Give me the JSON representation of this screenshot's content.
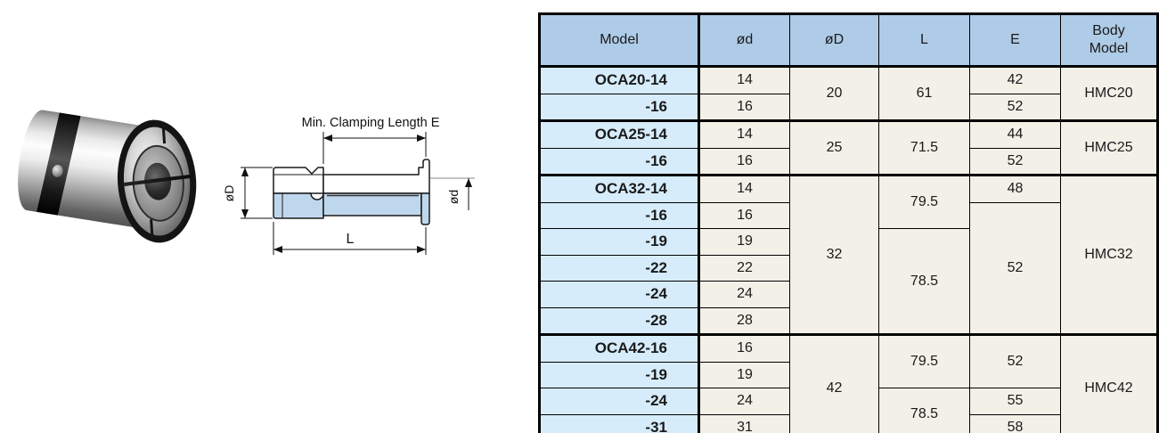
{
  "diagram": {
    "labels": {
      "min_clamping_length": "Min. Clamping Length E",
      "outer_diameter": "øD",
      "inner_diameter": "ød",
      "length": "L"
    }
  },
  "table": {
    "headers": [
      "Model",
      "ød",
      "øD",
      "L",
      "E",
      "Body Model"
    ],
    "rows": [
      {
        "group_start": true,
        "cells": [
          {
            "col": "model",
            "text": "OCA20-14"
          },
          {
            "col": "d",
            "text": "14"
          },
          {
            "col": "D",
            "text": "20",
            "rowspan": 2
          },
          {
            "col": "L",
            "text": "61",
            "rowspan": 2
          },
          {
            "col": "E",
            "text": "42"
          },
          {
            "col": "body",
            "text": "HMC20",
            "rowspan": 2
          }
        ]
      },
      {
        "group_start": false,
        "cells": [
          {
            "col": "model",
            "text": "-16"
          },
          {
            "col": "d",
            "text": "16"
          },
          {
            "col": "E",
            "text": "52"
          }
        ]
      },
      {
        "group_start": true,
        "cells": [
          {
            "col": "model",
            "text": "OCA25-14"
          },
          {
            "col": "d",
            "text": "14"
          },
          {
            "col": "D",
            "text": "25",
            "rowspan": 2
          },
          {
            "col": "L",
            "text": "71.5",
            "rowspan": 2
          },
          {
            "col": "E",
            "text": "44"
          },
          {
            "col": "body",
            "text": "HMC25",
            "rowspan": 2
          }
        ]
      },
      {
        "group_start": false,
        "cells": [
          {
            "col": "model",
            "text": "-16"
          },
          {
            "col": "d",
            "text": "16"
          },
          {
            "col": "E",
            "text": "52"
          }
        ]
      },
      {
        "group_start": true,
        "cells": [
          {
            "col": "model",
            "text": "OCA32-14"
          },
          {
            "col": "d",
            "text": "14"
          },
          {
            "col": "D",
            "text": "32",
            "rowspan": 6
          },
          {
            "col": "L",
            "text": "79.5",
            "rowspan": 2
          },
          {
            "col": "E",
            "text": "48"
          },
          {
            "col": "body",
            "text": "HMC32",
            "rowspan": 6
          }
        ]
      },
      {
        "group_start": false,
        "cells": [
          {
            "col": "model",
            "text": "-16"
          },
          {
            "col": "d",
            "text": "16"
          },
          {
            "col": "E",
            "text": "52",
            "rowspan": 5
          }
        ]
      },
      {
        "group_start": false,
        "cells": [
          {
            "col": "model",
            "text": "-19"
          },
          {
            "col": "d",
            "text": "19"
          },
          {
            "col": "L",
            "text": "78.5",
            "rowspan": 4
          }
        ]
      },
      {
        "group_start": false,
        "cells": [
          {
            "col": "model",
            "text": "-22"
          },
          {
            "col": "d",
            "text": "22"
          }
        ]
      },
      {
        "group_start": false,
        "cells": [
          {
            "col": "model",
            "text": "-24"
          },
          {
            "col": "d",
            "text": "24"
          }
        ]
      },
      {
        "group_start": false,
        "cells": [
          {
            "col": "model",
            "text": "-28"
          },
          {
            "col": "d",
            "text": "28"
          }
        ]
      },
      {
        "group_start": true,
        "cells": [
          {
            "col": "model",
            "text": "OCA42-16"
          },
          {
            "col": "d",
            "text": "16"
          },
          {
            "col": "D",
            "text": "42",
            "rowspan": 4
          },
          {
            "col": "L",
            "text": "79.5",
            "rowspan": 2
          },
          {
            "col": "E",
            "text": "52",
            "rowspan": 2
          },
          {
            "col": "body",
            "text": "HMC42",
            "rowspan": 4
          }
        ]
      },
      {
        "group_start": false,
        "cells": [
          {
            "col": "model",
            "text": "-19"
          },
          {
            "col": "d",
            "text": "19"
          }
        ]
      },
      {
        "group_start": false,
        "cells": [
          {
            "col": "model",
            "text": "-24"
          },
          {
            "col": "d",
            "text": "24"
          },
          {
            "col": "L",
            "text": "78.5",
            "rowspan": 2
          },
          {
            "col": "E",
            "text": "55"
          }
        ]
      },
      {
        "group_start": false,
        "cells": [
          {
            "col": "model",
            "text": "-31"
          },
          {
            "col": "d",
            "text": "31"
          },
          {
            "col": "E",
            "text": "58"
          }
        ]
      }
    ]
  },
  "colors": {
    "page_bg": "#ffffff",
    "table_header_bg": "#aecbe7",
    "model_column_bg": "#d6ecfb",
    "value_cell_bg": "#f3f0e7",
    "table_border": "#000000",
    "diagram_section_fill": "#bfd7ed"
  }
}
